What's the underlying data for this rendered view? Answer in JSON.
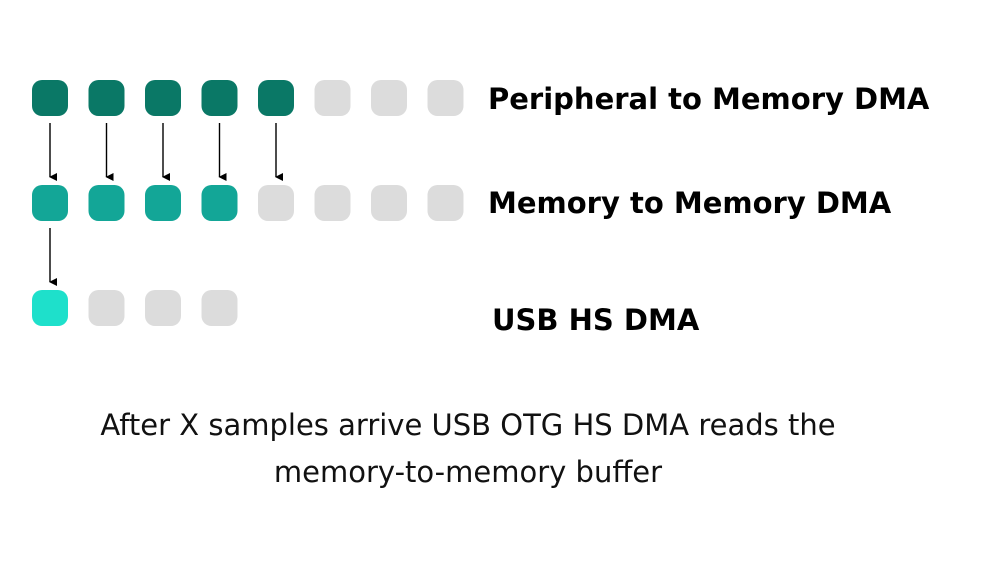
{
  "rows": [
    {
      "label": "Peripheral to Memory DMA",
      "filled_slots": 5,
      "total_slots": 8,
      "fill_color": "#0a7866"
    },
    {
      "label": "Memory to Memory DMA",
      "filled_slots": 4,
      "total_slots": 8,
      "fill_color": "#13a697"
    },
    {
      "label": "USB HS DMA",
      "filled_slots": 1,
      "total_slots": 4,
      "fill_color": "#1ee0cb"
    }
  ],
  "empty_color": "#dcdcdc",
  "arrows": [
    {
      "from_row": 0,
      "to_row": 1,
      "slot": 0
    },
    {
      "from_row": 0,
      "to_row": 1,
      "slot": 1
    },
    {
      "from_row": 0,
      "to_row": 1,
      "slot": 2
    },
    {
      "from_row": 0,
      "to_row": 1,
      "slot": 3
    },
    {
      "from_row": 0,
      "to_row": 1,
      "slot": 4
    },
    {
      "from_row": 1,
      "to_row": 2,
      "slot": 0
    }
  ],
  "caption": {
    "line1": "After X samples arrive USB OTG HS DMA reads the",
    "line2": "memory-to-memory buffer"
  }
}
